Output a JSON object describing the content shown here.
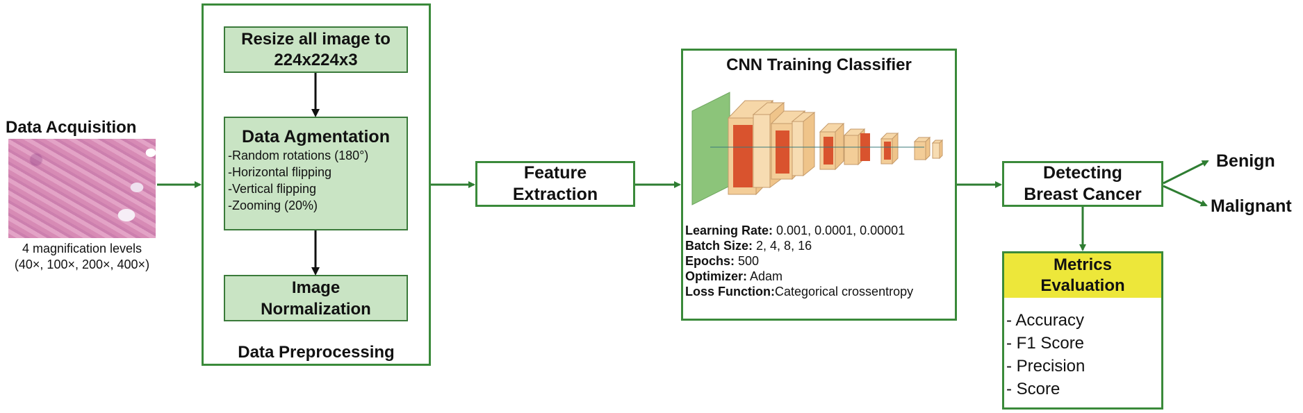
{
  "acquisition": {
    "title": "Data Acquisition",
    "caption_line1": "4 magnification levels",
    "caption_line2": "(40×, 100×, 200×, 400×)"
  },
  "preprocessing": {
    "title": "Data Preprocessing",
    "resize": {
      "line1": "Resize all image to",
      "line2": "224x224x3"
    },
    "augmentation": {
      "title": "Data Agmentation",
      "items": [
        "-Random rotations (180°)",
        "-Horizontal flipping",
        "-Vertical flipping",
        "-Zooming (20%)"
      ]
    },
    "normalization": {
      "line1": "Image",
      "line2": "Normalization"
    }
  },
  "feature_extraction": {
    "line1": "Feature",
    "line2": "Extraction"
  },
  "cnn": {
    "title": "CNN Training Classifier",
    "params": [
      {
        "key": "Learning Rate:",
        "value": " 0.001, 0.0001, 0.00001"
      },
      {
        "key": "Batch Size:",
        "value": " 2, 4, 8, 16"
      },
      {
        "key": "Epochs:",
        "value": " 500"
      },
      {
        "key": "Optimizer:",
        "value": " Adam"
      },
      {
        "key": "Loss Function:",
        "value": "Categorical crossentropy"
      }
    ]
  },
  "detecting": {
    "line1": "Detecting",
    "line2": "Breast Cancer"
  },
  "outputs": {
    "benign": "Benign",
    "malignant": "Malignant"
  },
  "metrics": {
    "title_line1": "Metrics",
    "title_line2": "Evaluation",
    "items": [
      "- Accuracy",
      "- F1 Score",
      "- Precision",
      "- Score"
    ]
  },
  "colors": {
    "green_border": "#3a8a3a",
    "light_green": "#c9e4c4",
    "yellow": "#ede73a",
    "arrow": "#2e7d32"
  }
}
